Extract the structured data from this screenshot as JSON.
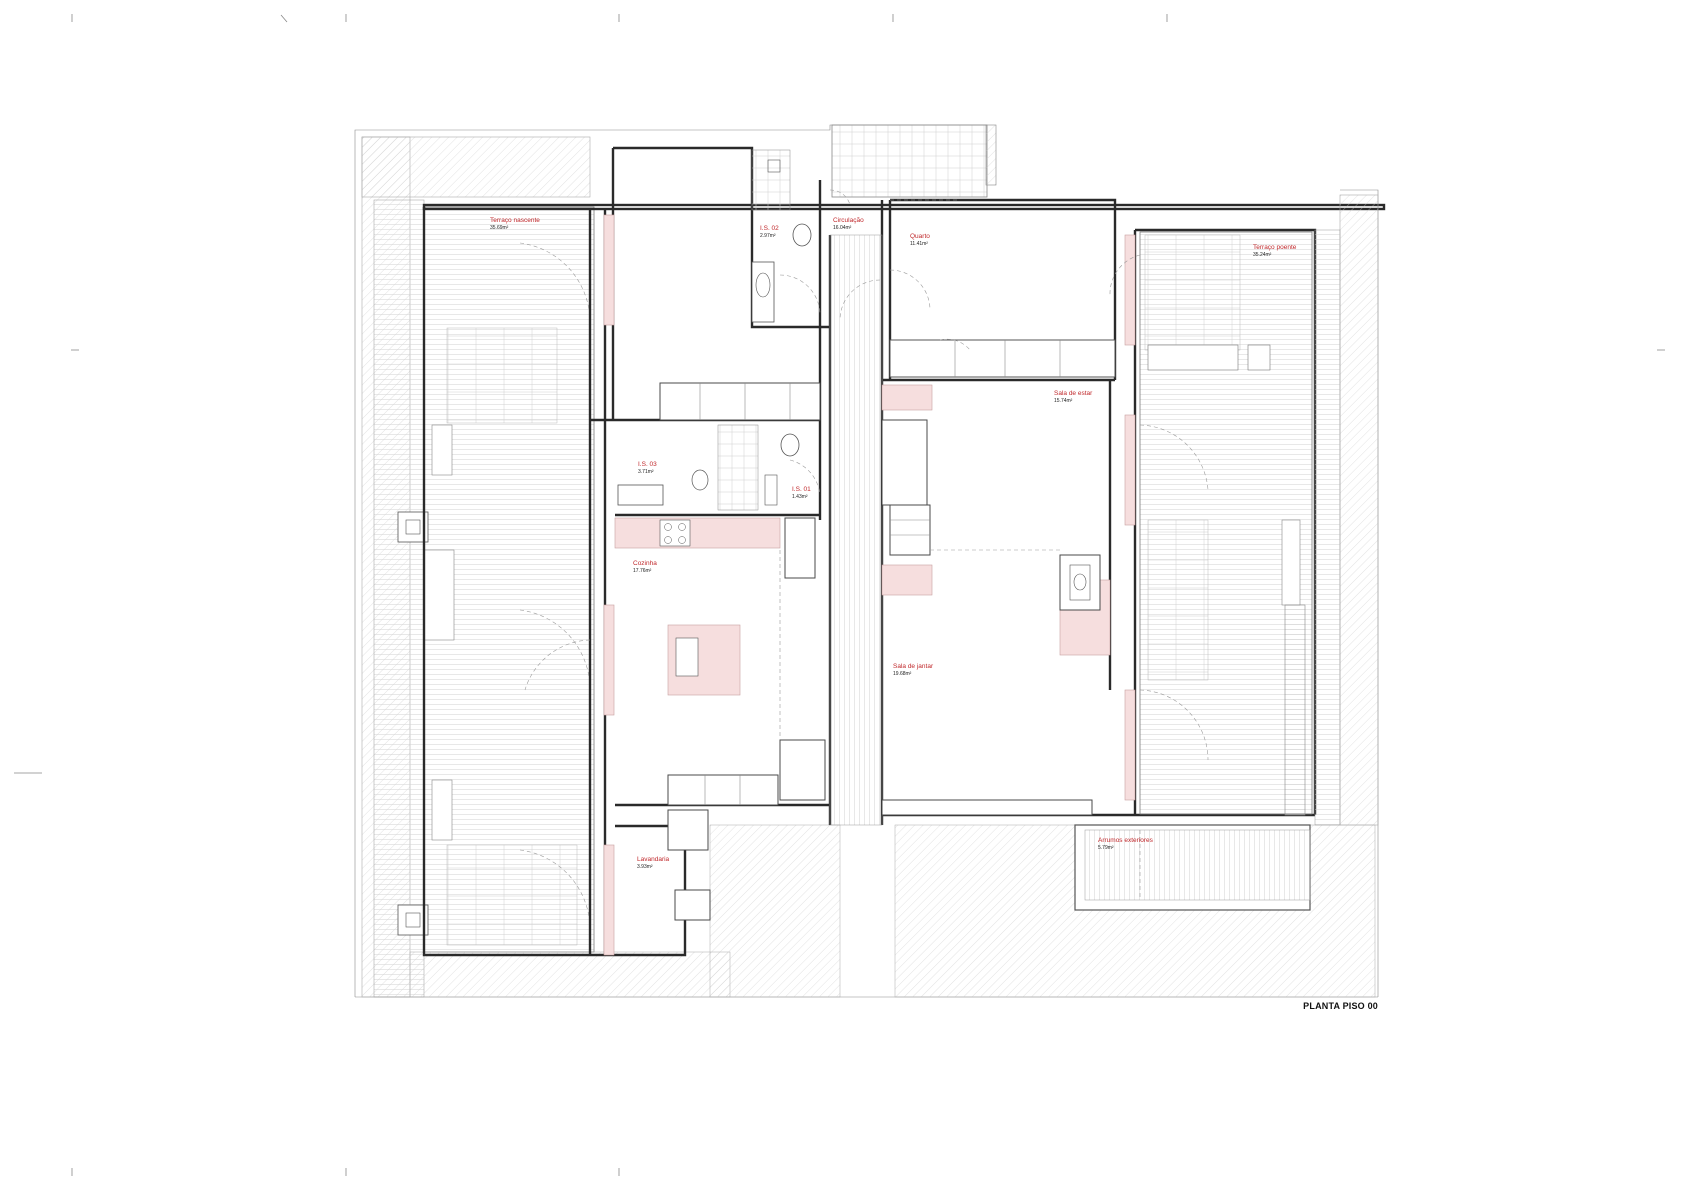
{
  "drawing": {
    "title": "PLANTA PISO 00"
  },
  "rooms": [
    {
      "id": "terraco-nascente",
      "name": "Terraço nascente",
      "area": "35.69m²"
    },
    {
      "id": "is-02",
      "name": "I.S. 02",
      "area": "2.97m²"
    },
    {
      "id": "circulacao",
      "name": "Circulação",
      "area": "16.04m²"
    },
    {
      "id": "quarto",
      "name": "Quarto",
      "area": "11.41m²"
    },
    {
      "id": "terraco-poente",
      "name": "Terraço poente",
      "area": "35.24m²"
    },
    {
      "id": "sala-de-estar",
      "name": "Sala de estar",
      "area": "15.74m²"
    },
    {
      "id": "is-03",
      "name": "I.S. 03",
      "area": "3.71m²"
    },
    {
      "id": "is-01",
      "name": "I.S. 01",
      "area": "1.43m²"
    },
    {
      "id": "cozinha",
      "name": "Cozinha",
      "area": "17.76m²"
    },
    {
      "id": "sala-de-jantar",
      "name": "Sala de jantar",
      "area": "19.68m²"
    },
    {
      "id": "lavandaria",
      "name": "Lavandaria",
      "area": "3.93m²"
    },
    {
      "id": "arrumos-exteriores",
      "name": "Arrumos exteriores",
      "area": "5.79m²"
    }
  ],
  "colors": {
    "label": "#c0282b",
    "wall": "#3a3a3a",
    "highlight": "#f6dede"
  }
}
